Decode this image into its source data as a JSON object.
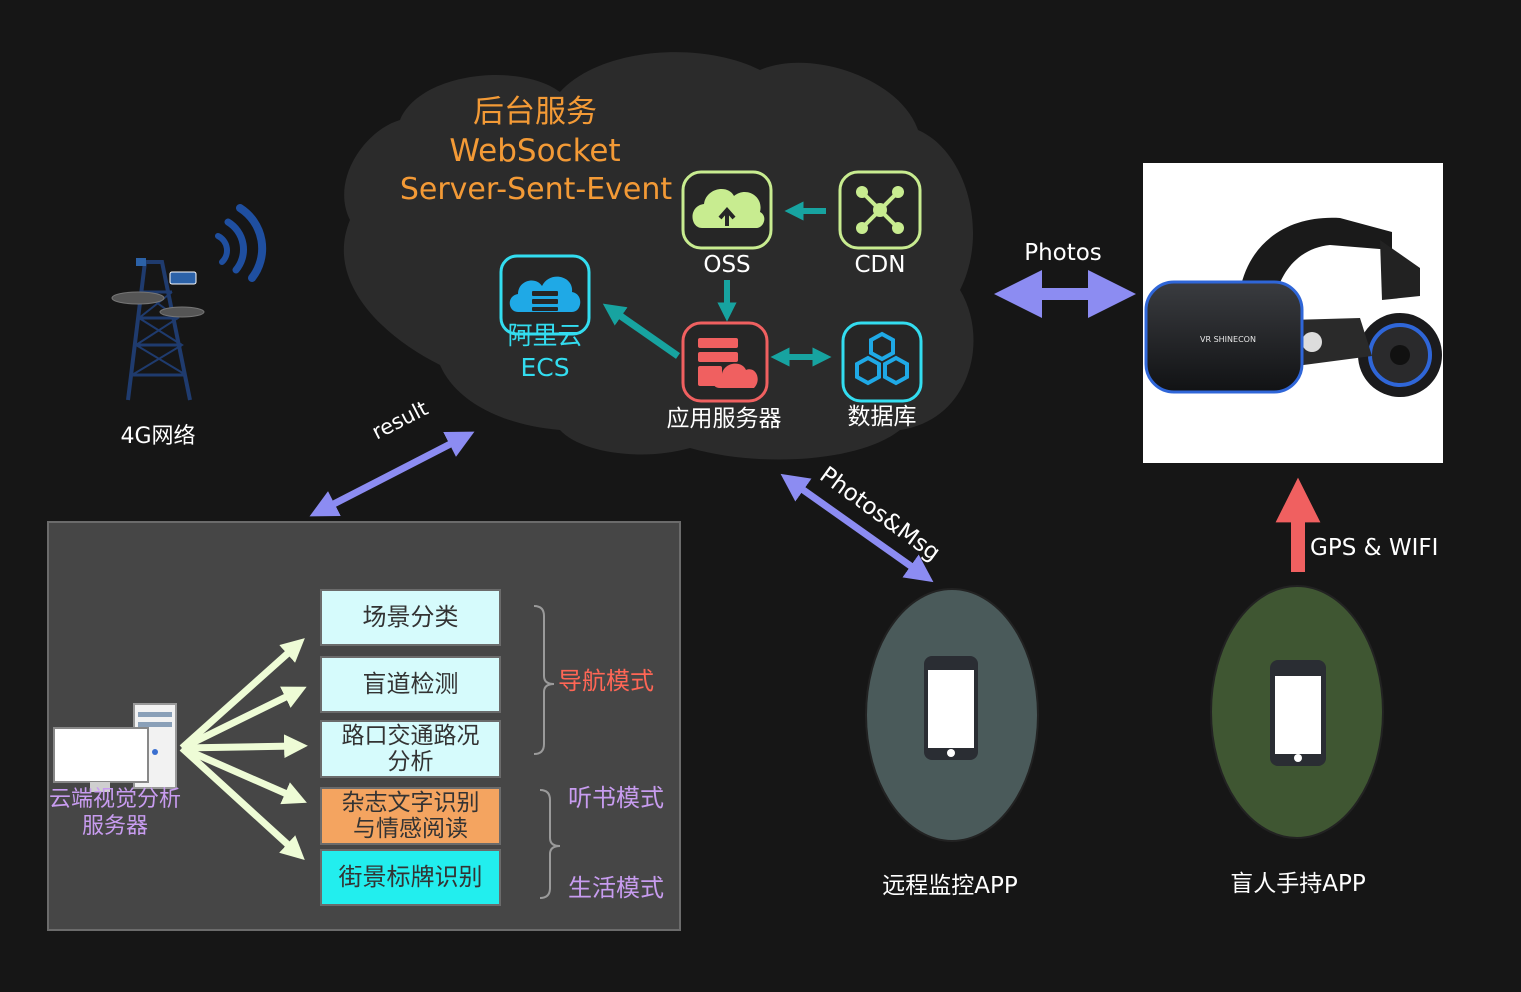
{
  "backend": {
    "title": "后台服务",
    "line2": "WebSocket",
    "line3": "Server-Sent-Event",
    "ecs_line1": "阿里云",
    "ecs_line2": "ECS",
    "oss": "OSS",
    "cdn": "CDN",
    "app_server": "应用服务器",
    "database": "数据库"
  },
  "network": {
    "label": "4G网络"
  },
  "arrows": {
    "result": "result",
    "photos": "Photos",
    "photos_msg": "Photos&Msg",
    "gps_wifi": "GPS & WIFI"
  },
  "vr": {
    "brand": "VR SHINECON"
  },
  "vision_server": {
    "name_line1": "云端视觉分析",
    "name_line2": "服务器",
    "functions": [
      {
        "label": "场景分类"
      },
      {
        "label": "盲道检测"
      },
      {
        "label_line1": "路口交通路况",
        "label_line2": "分析"
      },
      {
        "label_line1": "杂志文字识别",
        "label_line2": "与情感阅读"
      },
      {
        "label": "街景标牌识别"
      }
    ],
    "modes": {
      "navigation": "导航模式",
      "listening": "听书模式",
      "living": "生活模式"
    }
  },
  "apps": {
    "monitor": "远程监控APP",
    "blind": "盲人手持APP"
  },
  "colors": {
    "background": "#161616",
    "cloud": "#2b2b2b",
    "orange": "#f39a36",
    "cyan": "#33ddf0",
    "teal": "#17a3a0",
    "lavender": "#8c8cf2",
    "red_arrow": "#f06060",
    "nav_mode": "#ff6655",
    "mode_purple": "#c89cf0",
    "green_icon": "#c8ec90",
    "box_cyan_light": "#d6fbfc",
    "box_orange": "#f4a460",
    "box_cyan": "#22eeee",
    "phone_monitor_bg": "#4a5a5a",
    "phone_blind_bg": "#3f5632"
  }
}
